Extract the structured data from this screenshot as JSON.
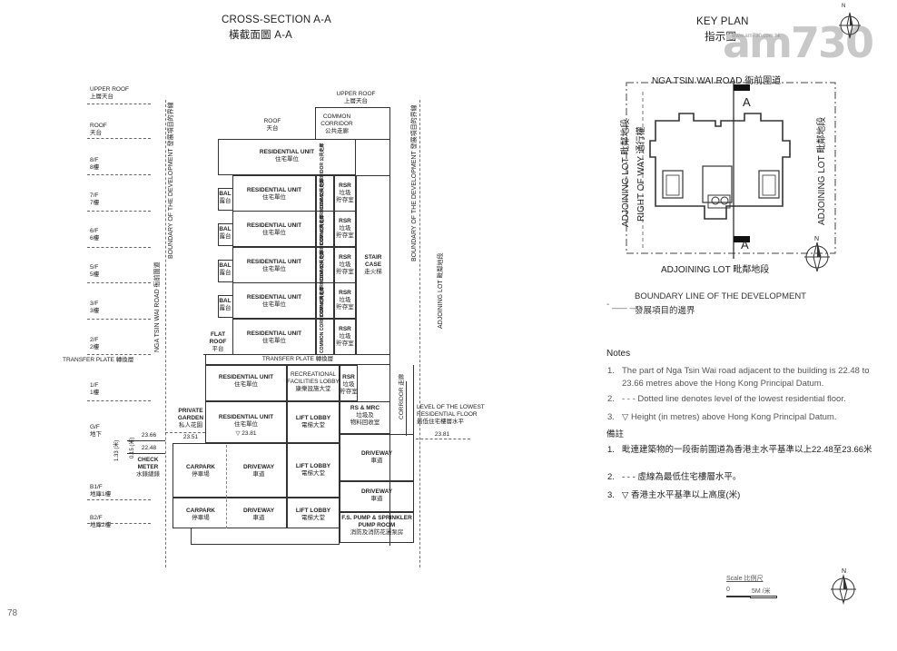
{
  "cross_section": {
    "title_en": "CROSS-SECTION A-A",
    "title_zh": "橫截面圖 A-A",
    "levels": [
      {
        "en": "UPPER ROOF",
        "zh": "上層天台"
      },
      {
        "en": "ROOF",
        "zh": "天台"
      },
      {
        "en": "8/F",
        "zh": "8樓"
      },
      {
        "en": "7/F",
        "zh": "7樓"
      },
      {
        "en": "6/F",
        "zh": "6樓"
      },
      {
        "en": "5/F",
        "zh": "5樓"
      },
      {
        "en": "3/F",
        "zh": "3樓"
      },
      {
        "en": "2/F",
        "zh": "2樓"
      },
      {
        "en": "TRANSFER PLATE",
        "zh": "轉換層"
      },
      {
        "en": "1/F",
        "zh": "1樓"
      },
      {
        "en": "G/F",
        "zh": "地下"
      },
      {
        "en": "B1/F",
        "zh": "地庫1樓"
      },
      {
        "en": "B2/F",
        "zh": "地庫2樓"
      }
    ],
    "boundary_left": "BOUNDARY OF THE DEVELOPMENT 發展項目的界線",
    "boundary_right": "BOUNDARY OF THE DEVELOPMENT 發展項目的界線",
    "road_label": "NGA TSIN WAI ROAD 衙前圍道",
    "adjoining_lot": "ADJOINING LOT 毗鄰地段",
    "upper_roof": {
      "en": "UPPER ROOF",
      "zh": "上層天台"
    },
    "roof": {
      "en": "ROOF",
      "zh": "天台"
    },
    "common_corridor_top": {
      "en1": "COMMON",
      "en2": "CORRIDOR",
      "zh": "公共走廊"
    },
    "residential_unit": {
      "en": "RESIDENTIAL UNIT",
      "zh": "住宅單位"
    },
    "bal": {
      "en": "BAL",
      "zh": "露台"
    },
    "common_corridor_vert": "COMMON CORRIDOR 公共走廊",
    "rsr": {
      "en": "RSR",
      "zh1": "垃圾",
      "zh2": "貯存室"
    },
    "stair_case": {
      "en1": "STAIR",
      "en2": "CASE",
      "zh": "走火梯"
    },
    "flat_roof": {
      "en1": "FLAT",
      "en2": "ROOF",
      "zh": "平台"
    },
    "transfer_plate": "TRANSFER PLATE 轉換層",
    "recreational": {
      "en1": "RECREATIONAL",
      "en2": "FACILITIES LOBBY",
      "zh": "康樂設施大堂"
    },
    "private_garden": {
      "en1": "PRIVATE",
      "en2": "GARDEN",
      "zh": "私人花園"
    },
    "lift_lobby": {
      "en": "LIFT LOBBY",
      "zh": "電梯大堂"
    },
    "rs_mrc": {
      "en": "RS & MRC",
      "zh1": "垃圾及",
      "zh2": "物料回收室"
    },
    "corridor": "CORRIDOR 走廊",
    "lowest_floor": {
      "en1": "LEVEL OF THE LOWEST",
      "en2": "RESIDENTIAL FLOOR",
      "zh": "最低住宅樓層水平"
    },
    "carpark": {
      "en": "CARPARK",
      "zh": "停車場"
    },
    "driveway": {
      "en": "DRIVEWAY",
      "zh": "車道"
    },
    "check_meter": {
      "en1": "CHECK",
      "en2": "METER",
      "zh": "水錶總錶"
    },
    "pump_room": {
      "en1": "F.S. PUMP & SPRINKLER",
      "en2": "PUMP ROOM",
      "zh": "消防及消防花灑泵房"
    },
    "heights": {
      "h1": "23.66",
      "h2": "22.48",
      "h3": "23.51",
      "h4": "23.81",
      "h5": "23.81"
    },
    "dims": {
      "d1": "1.33 (米)",
      "d2": "0.15 (米)"
    }
  },
  "key_plan": {
    "title_en": "KEY PLAN",
    "title_zh": "指示圖",
    "road_top": "NGA TSIN WAI ROAD 衙前圍道",
    "adjoining_left": "ADJOINING LOT 毗鄰地段",
    "right_of_way": "RIGHT OF WAY 通行權",
    "adjoining_right": "ADJOINING LOT 毗鄰地段",
    "adjoining_bottom": "ADJOINING LOT 毗鄰地段",
    "section_mark": "A",
    "north": "N",
    "boundary_en": "BOUNDARY LINE OF THE DEVELOPMENT",
    "boundary_zh": "發展項目的邊界"
  },
  "notes": {
    "heading_en": "Notes",
    "items_en": [
      {
        "num": "1.",
        "text": "The part of Nga Tsin Wai road adjacent to the building is 22.48 to 23.66 metres above the Hong Kong Principal Datum."
      },
      {
        "num": "2.",
        "text": "- - - Dotted line denotes level of the lowest residential floor."
      },
      {
        "num": "3.",
        "text": "▽ Height (in metres) above Hong Kong Principal Datum."
      }
    ],
    "heading_zh": "備註",
    "items_zh": [
      {
        "num": "1.",
        "text": "毗連建築物的一段衙前圍道為香港主水平基準以上22.48至23.66米"
      },
      {
        "num": "2.",
        "text": "- - - 虛線為最低住宅樓層水平。"
      },
      {
        "num": "3.",
        "text": "▽ 香港主水平基準以上高度(米)"
      }
    ]
  },
  "scale": {
    "label": "Scale 比例尺",
    "zero": "0",
    "five": "5M /米"
  },
  "page_number": "78",
  "watermark": "am730",
  "watermark_small": "www.am730.com.hk"
}
